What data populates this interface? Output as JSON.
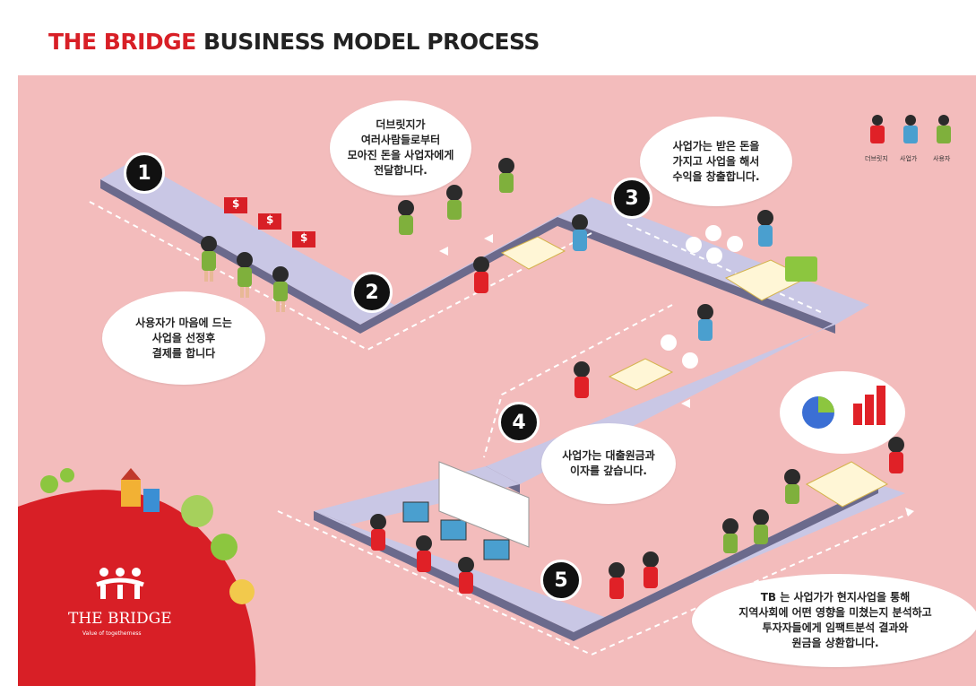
{
  "header": {
    "title_accent": "THE BRIDGE",
    "title_rest": "BUSINESS MODEL PROCESS"
  },
  "steps": [
    {
      "number": "1"
    },
    {
      "number": "2"
    },
    {
      "number": "3"
    },
    {
      "number": "4"
    },
    {
      "number": "5"
    }
  ],
  "bubbles": {
    "user_selects": "사용자가 마음에 드는\n사업을 선정후\n결제를 합니다",
    "bridge_delivers": "더브릿지가\n여러사람들로부터\n모아진 돈을 사업자에게\n전달합니다.",
    "business_profit": "사업가는 받은 돈을\n가지고 사업을 해서\n수익을 창출합니다.",
    "repay_loan": "사업가는 대출원금과\n이자를 갚습니다.",
    "impact": "TB 는 사업가가 현지사업을 통해\n지역사회에 어떤 영향을 미쳤는지 분석하고\n투자자들에게 임팩트분석 결과와\n원금을 상환합니다."
  },
  "legend": {
    "items": [
      {
        "label": "더브릿지",
        "color": "#e02127"
      },
      {
        "label": "사업가",
        "color": "#4a9fcf"
      },
      {
        "label": "사용자",
        "color": "#7fb03c"
      }
    ]
  },
  "logo": {
    "name": "THE BRIDGE",
    "tagline": "Value of togetherness"
  },
  "money_sign": "$",
  "colors": {
    "background": "#f3bcbc",
    "road": "#c9c7e5",
    "road_side": "#6b6a8c",
    "accent_red": "#d81f26",
    "user_green": "#7fb03c",
    "business_blue": "#4a9fcf"
  }
}
